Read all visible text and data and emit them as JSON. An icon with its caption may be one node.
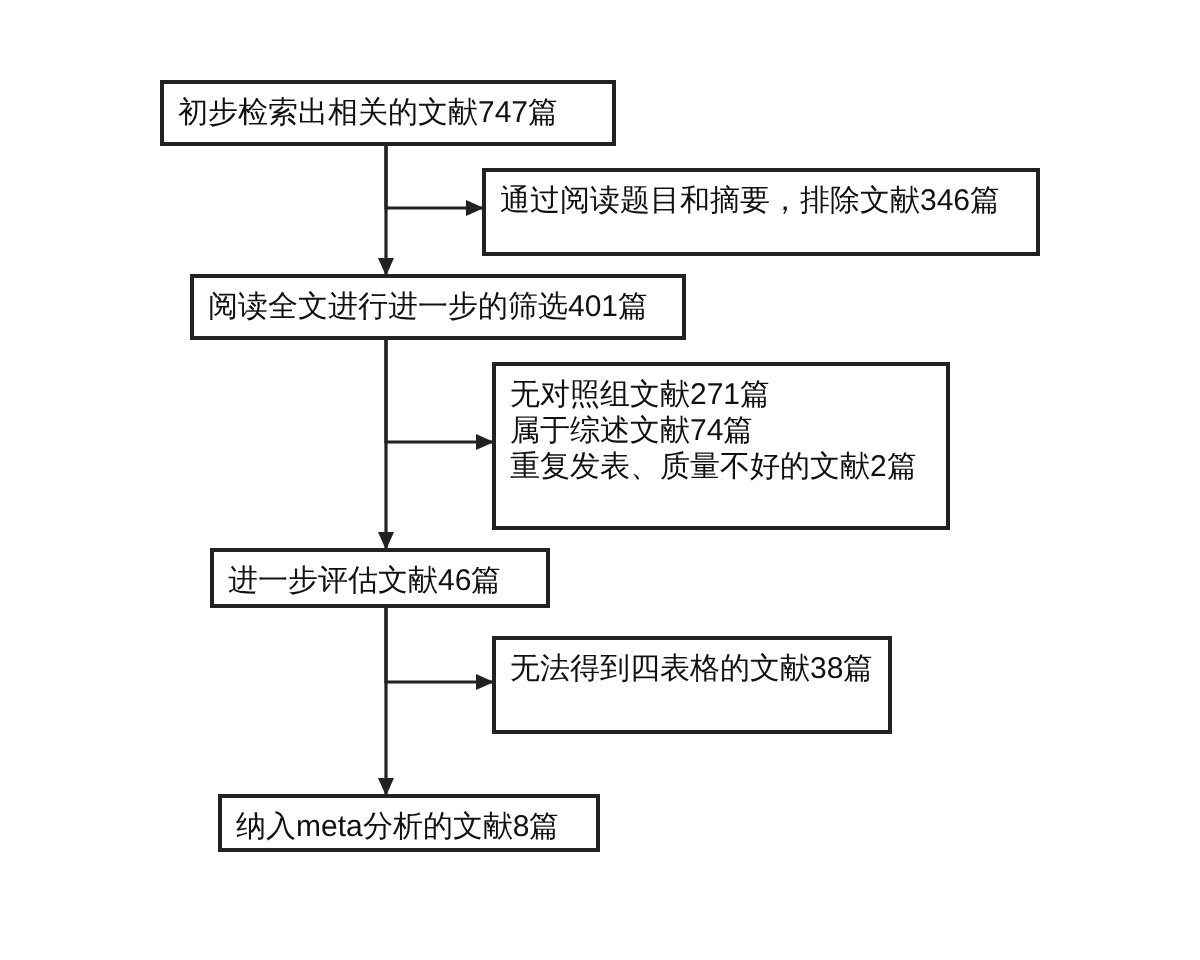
{
  "diagram": {
    "nodes": [
      {
        "text": [
          "初步检索出相关的文献747篇"
        ]
      },
      {
        "text": [
          "通过阅读题目和摘要，排除文献346篇"
        ]
      },
      {
        "text": [
          "阅读全文进行进一步的筛选401篇"
        ]
      },
      {
        "text": [
          "无对照组文献271篇",
          "属于综述文献74篇",
          "重复发表、质量不好的文献2篇"
        ]
      },
      {
        "text": [
          "进一步评估文献46篇"
        ]
      },
      {
        "text": [
          "无法得到四表格的文献38篇"
        ]
      },
      {
        "text": [
          "纳入meta分析的文献8篇"
        ]
      }
    ],
    "edges": [
      {
        "from": 0,
        "to": 2,
        "arrow": "to"
      },
      {
        "from": 0,
        "to": 1,
        "arrow": "to"
      },
      {
        "from": 2,
        "to": 4,
        "arrow": "to"
      },
      {
        "from": 2,
        "to": 3,
        "arrow": "to"
      },
      {
        "from": 4,
        "to": 6,
        "arrow": "to"
      },
      {
        "from": 4,
        "to": 5,
        "arrow": "to"
      }
    ]
  }
}
